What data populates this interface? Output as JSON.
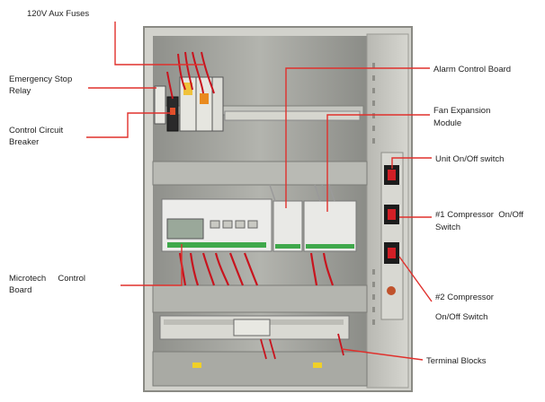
{
  "labels": {
    "aux_fuses": "120V Aux Fuses",
    "emergency_stop_relay": [
      "Emergency Stop",
      "Relay"
    ],
    "control_circuit_breaker": [
      "Control Circuit",
      "Breaker"
    ],
    "microtech_control_board": [
      "Microtech     Control",
      "Board"
    ],
    "alarm_control_board": "Alarm Control Board",
    "fan_expansion_module": [
      "Fan Expansion",
      "Module"
    ],
    "unit_switch": "Unit On/Off switch",
    "compressor1_switch": [
      "#1 Compressor  On/Off",
      "Switch"
    ],
    "compressor2_switch": [
      "#2 Compressor",
      "On/Off Switch"
    ],
    "terminal_blocks": "Terminal Blocks"
  },
  "colors": {
    "cabinet": "#c9c9c4",
    "panel": "#9fa09b",
    "callout_line": "#e0302c",
    "wire_red": "#c8141e"
  }
}
